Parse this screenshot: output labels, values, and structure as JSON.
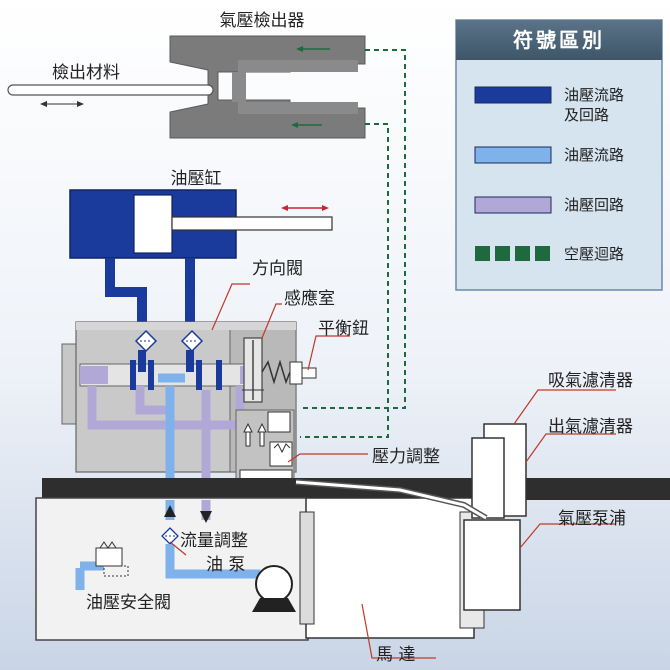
{
  "labels": {
    "pneumatic_detector": "氣壓檢出器",
    "detect_material": "檢出材料",
    "hydraulic_cylinder": "油壓缸",
    "directional_valve": "方向閥",
    "sensing_chamber": "感應室",
    "balance_button": "平衡鈕",
    "pressure_adjust": "壓力調整",
    "flow_adjust": "流量調整",
    "oil_pump": "油 泵",
    "safety_valve": "油壓安全閥",
    "intake_filter": "吸氣濾清器",
    "outlet_filter": "出氣濾清器",
    "air_pump": "氣壓泵浦",
    "motor": "馬 達"
  },
  "legend": {
    "title": "符號區別",
    "items": [
      {
        "line1": "油壓流路",
        "line2": "及回路",
        "color": "#1a3a9c",
        "style": "solid"
      },
      {
        "line1": "油壓流路",
        "line2": "",
        "color": "#7fb2ea",
        "style": "solid"
      },
      {
        "line1": "油壓回路",
        "line2": "",
        "color": "#b2a8d8",
        "style": "solid"
      },
      {
        "line1": "空壓迴路",
        "line2": "",
        "color": "#1e6a3e",
        "style": "dashed"
      }
    ]
  },
  "colors": {
    "pressure_and_return": "#1a3a9c",
    "pressure_line": "#7fb2ea",
    "return_line": "#b2a8d8",
    "air_line": "#1e6a3e"
  }
}
